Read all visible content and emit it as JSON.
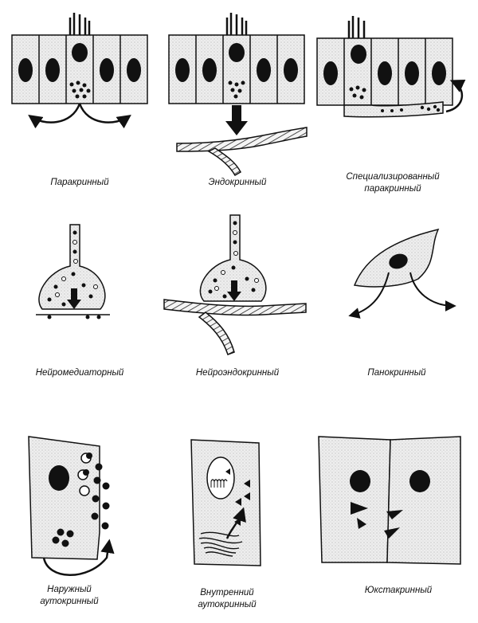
{
  "panels": [
    {
      "id": "paracrine",
      "label": "Паракринный"
    },
    {
      "id": "endocrine",
      "label": "Эндокринный"
    },
    {
      "id": "specialized-paracrine",
      "label_line1": "Специализированный",
      "label_line2": "паракринный"
    },
    {
      "id": "neurotransmitter",
      "label": "Нейромедиаторный"
    },
    {
      "id": "neuroendocrine",
      "label": "Нейроэндокринный"
    },
    {
      "id": "panocrine",
      "label": "Панокринный"
    },
    {
      "id": "external-autocrine",
      "label_line1": "Наружный",
      "label_line2": "аутокринный"
    },
    {
      "id": "internal-autocrine",
      "label_line1": "Внутренний",
      "label_line2": "аутокринный"
    },
    {
      "id": "juxtacrine",
      "label": "Юкстакринный"
    }
  ],
  "colors": {
    "ink": "#111111",
    "cell_fill": "#e9e9e9",
    "paper": "#ffffff"
  }
}
